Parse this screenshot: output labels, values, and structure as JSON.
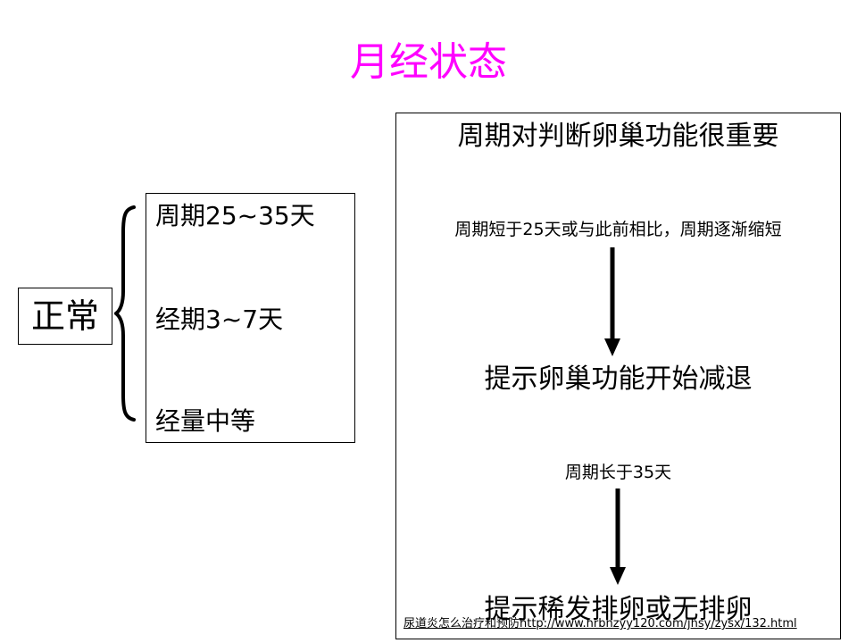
{
  "title": "月经状态",
  "normal": {
    "label": "正常"
  },
  "criteria": [
    {
      "text": "周期25~35天"
    },
    {
      "text": "经期3~7天"
    },
    {
      "text": "经量中等"
    }
  ],
  "right_panel": {
    "heading": "周期对判断卵巢功能很重要",
    "condition_1": "周期短于25天或与此前相比，周期逐渐缩短",
    "result_1": "提示卵巢功能开始减退",
    "condition_2": "周期长于35天",
    "result_2": "提示稀发排卵或无排卵"
  },
  "footer": {
    "text": "尿道炎怎么治疗和预防http://www.hrbnzyy120.com/jhsy/zysx/132.html"
  },
  "colors": {
    "title": "#ff00ff",
    "text": "#000000",
    "border": "#000000"
  }
}
